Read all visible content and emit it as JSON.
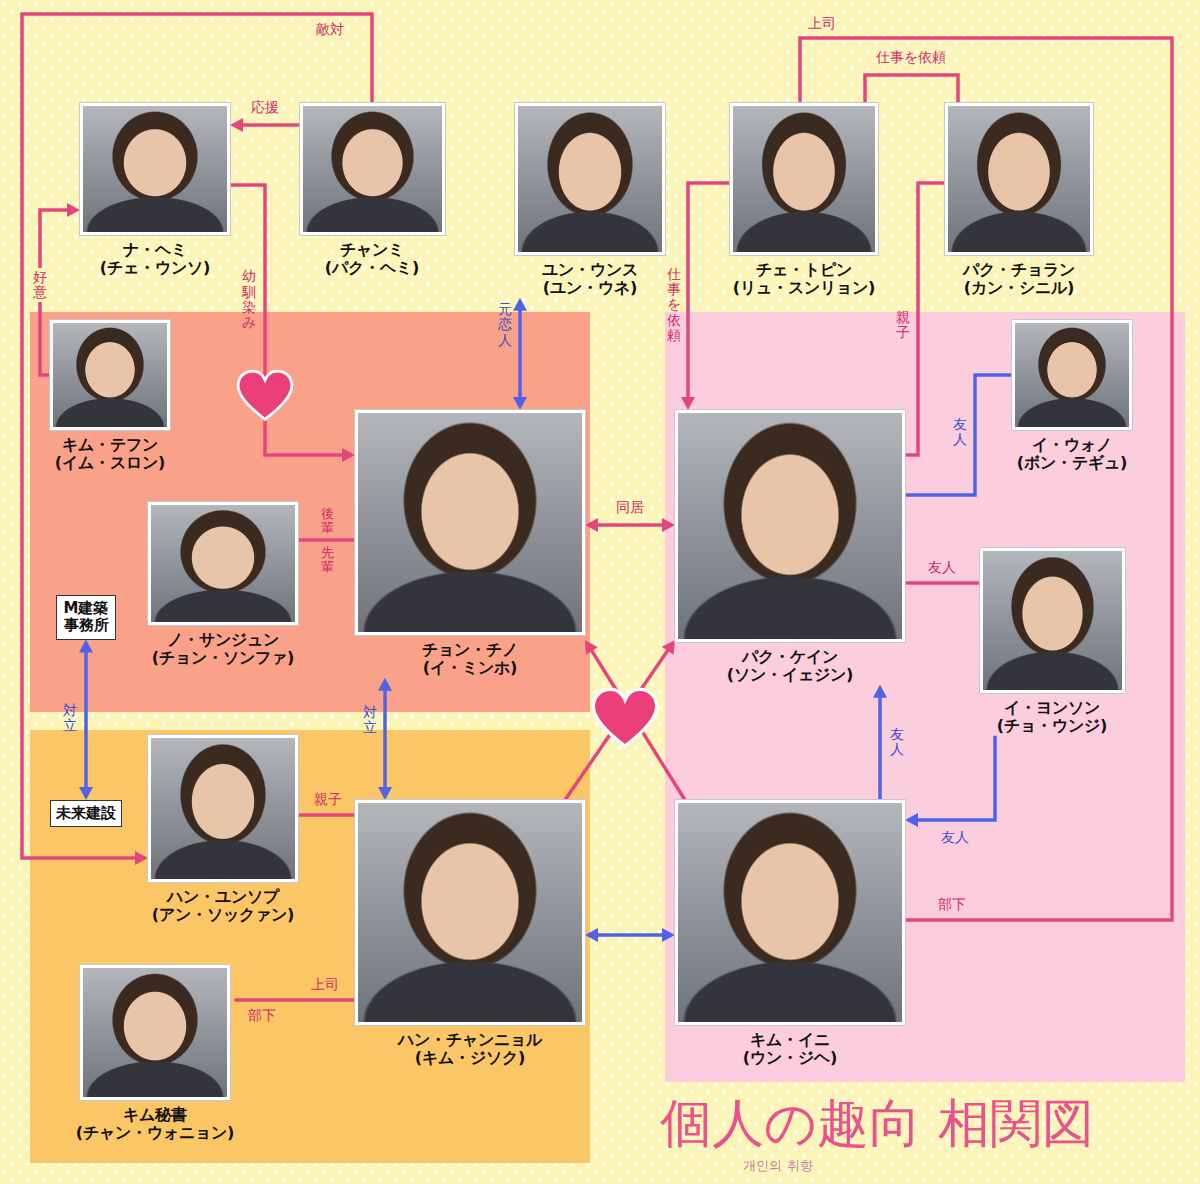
{
  "diagram": {
    "title": "個人の趣向 相関図",
    "nodes": [
      {
        "text": [
          "ナ・ヘミ",
          "(チェ・ウンソ)"
        ]
      },
      {
        "text": [
          "チャンミ",
          "(パク・ヘミ)"
        ]
      },
      {
        "text": [
          "ユン・ウンス",
          "(ユン・ウネ)"
        ]
      },
      {
        "text": [
          "チェ・トピン",
          "(リュ・スンリョン)"
        ]
      },
      {
        "text": [
          "パク・チョラン",
          "(カン・シニル)"
        ]
      },
      {
        "text": [
          "キム・テフン",
          "(イム・スロン)"
        ]
      },
      {
        "text": [
          "イ・ウォノ",
          "(ボン・テギュ)"
        ]
      },
      {
        "text": [
          "ノ・サンジュン",
          "(チョン・ソンファ)"
        ]
      },
      {
        "text": [
          "チョン・チノ",
          "(イ・ミンホ)"
        ]
      },
      {
        "text": [
          "パク・ケイン",
          "(ソン・イェジン)"
        ]
      },
      {
        "text": [
          "M建築事務所"
        ]
      },
      {
        "text": [
          "イ・ヨンソン",
          "(チョ・ウンジ)"
        ]
      },
      {
        "text": [
          "未来建設"
        ]
      },
      {
        "text": [
          "ハン・ユンソプ",
          "(アン・ソックァン)"
        ]
      },
      {
        "text": [
          "ハン・チャンニョル",
          "(キム・ジソク)"
        ]
      },
      {
        "text": [
          "キム・イニ",
          "(ウン・ジヘ)"
        ]
      },
      {
        "text": [
          "キム秘書",
          "(チャン・ウォニョン)"
        ]
      }
    ],
    "edges": [
      {
        "from": 1,
        "to": 0,
        "arrow": "to",
        "label": "応援"
      },
      {
        "from": 1,
        "to": 13,
        "arrow": "to",
        "label": "敵対"
      },
      {
        "from": 5,
        "to": 0,
        "arrow": "to",
        "label": "好意"
      },
      {
        "from": 0,
        "to": 8,
        "arrow": "to",
        "label": "幼馴染み"
      },
      {
        "from": 2,
        "to": 8,
        "arrow": "both",
        "label": "元恋人"
      },
      {
        "from": 3,
        "to": 9,
        "arrow": "to",
        "label": "仕事を依頼"
      },
      {
        "from": 3,
        "to": 4,
        "arrow": "none",
        "label": "仕事を依頼"
      },
      {
        "from": 3,
        "to": 15,
        "arrow": "none",
        "label": "上司"
      },
      {
        "from": 4,
        "to": 9,
        "arrow": "none",
        "label": "親子"
      },
      {
        "from": 6,
        "to": 9,
        "arrow": "none",
        "label": "友人"
      },
      {
        "from": 11,
        "to": 9,
        "arrow": "none",
        "label": "友人"
      },
      {
        "from": 11,
        "to": 15,
        "arrow": "to",
        "label": "友人"
      },
      {
        "from": 15,
        "to": 9,
        "arrow": "to",
        "label": "友人"
      },
      {
        "from": 7,
        "to": 8,
        "arrow": "none",
        "label": "後輩"
      },
      {
        "from": 8,
        "to": 9,
        "arrow": "both",
        "label": "同居"
      },
      {
        "from": 10,
        "to": 12,
        "arrow": "both",
        "label": "対立"
      },
      {
        "from": 8,
        "to": 14,
        "arrow": "both",
        "label": "対立"
      },
      {
        "from": 13,
        "to": 14,
        "arrow": "none",
        "label": "親子"
      },
      {
        "from": 14,
        "to": 16,
        "arrow": "none",
        "label": "上司"
      },
      {
        "from": 14,
        "to": 15,
        "arrow": "both"
      },
      {
        "from": 14,
        "to": 9,
        "arrow": "to"
      },
      {
        "from": 15,
        "to": 8,
        "arrow": "to"
      }
    ],
    "labels": [
      "先輩",
      "部下",
      "部下",
      "개인의 취향"
    ]
  }
}
